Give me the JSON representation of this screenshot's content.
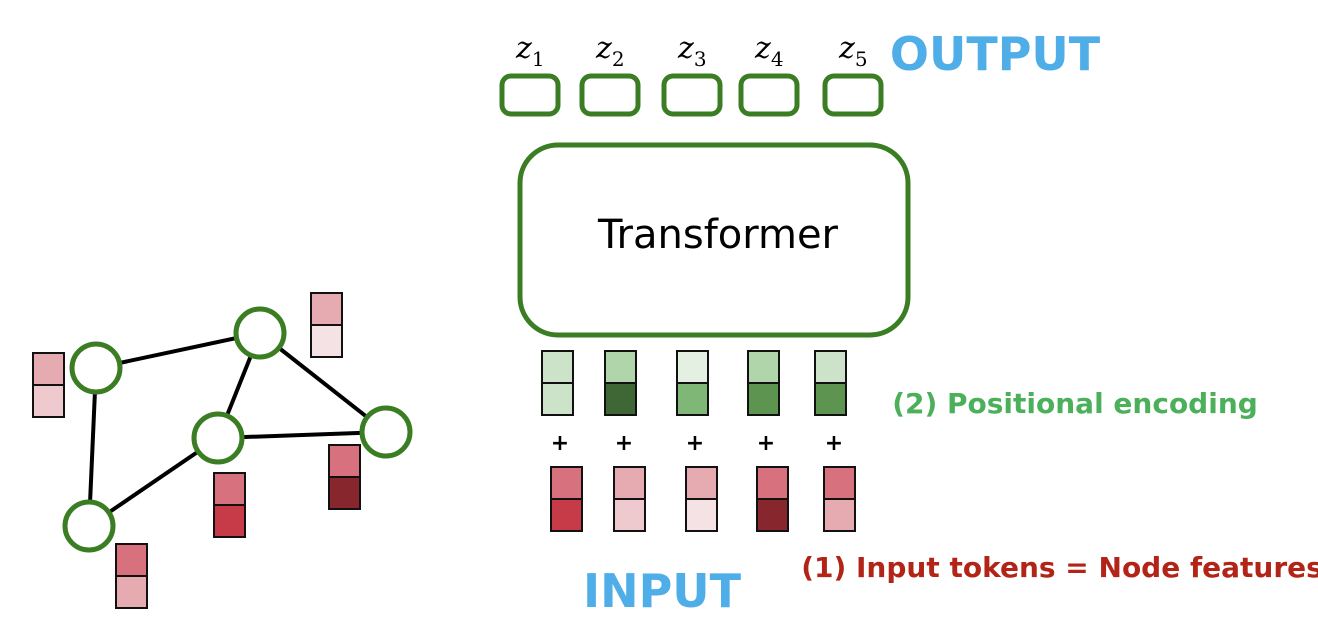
{
  "colors": {
    "node_stroke": "#3a7d22",
    "edge": "#000000",
    "output_label": "#4faee8",
    "input_label": "#4faee8",
    "pe_label": "#4caf5a",
    "token_label": "#b22418"
  },
  "output": {
    "label": "OUTPUT",
    "tokens": [
      {
        "name": "z",
        "sub": "1"
      },
      {
        "name": "z",
        "sub": "2"
      },
      {
        "name": "z",
        "sub": "3"
      },
      {
        "name": "z",
        "sub": "4"
      },
      {
        "name": "z",
        "sub": "5"
      }
    ]
  },
  "transformer": {
    "label": "Transformer"
  },
  "positional_encoding": {
    "label": "(2) Positional encoding",
    "vectors": [
      [
        "#cce3c9",
        "#cce3c9"
      ],
      [
        "#b0d5aa",
        "#3e6735"
      ],
      [
        "#e4f0e2",
        "#7fb777"
      ],
      [
        "#b0d5aa",
        "#5c9450"
      ],
      [
        "#cce3c9",
        "#5c9450"
      ]
    ]
  },
  "plus_sign": "+",
  "input": {
    "label": "INPUT",
    "tokens_label": "(1) Input tokens = Node features",
    "vectors": [
      [
        "#d6717d",
        "#c73a47"
      ],
      [
        "#e6aab1",
        "#eec9ce"
      ],
      [
        "#e6aab1",
        "#f5e2e4"
      ],
      [
        "#d6717d",
        "#88262e"
      ],
      [
        "#d6717d",
        "#e6aab1"
      ]
    ]
  },
  "graph": {
    "nodes": [
      {
        "id": "A",
        "features": [
          "#e6aab1",
          "#eec9ce"
        ]
      },
      {
        "id": "B",
        "features": [
          "#e6aab1",
          "#f5e2e4"
        ]
      },
      {
        "id": "C",
        "features": [
          "#d6717d",
          "#c73a47"
        ]
      },
      {
        "id": "D",
        "features": [
          "#d6717d",
          "#88262e"
        ]
      },
      {
        "id": "E",
        "features": [
          "#d6717d",
          "#e6aab1"
        ]
      }
    ],
    "edges": [
      [
        "A",
        "B"
      ],
      [
        "A",
        "E"
      ],
      [
        "B",
        "C"
      ],
      [
        "B",
        "D"
      ],
      [
        "C",
        "D"
      ],
      [
        "C",
        "E"
      ]
    ]
  }
}
